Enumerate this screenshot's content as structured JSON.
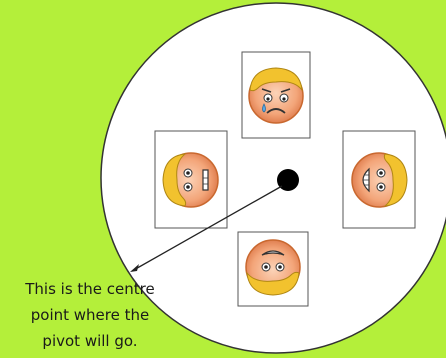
{
  "caption": {
    "line1": "This is the centre",
    "line2": "point where the",
    "line3": "pivot will go."
  },
  "faces": [
    {
      "expression": "crying"
    },
    {
      "expression": "rotated-left"
    },
    {
      "expression": "rotated-right"
    },
    {
      "expression": "upside-down"
    }
  ],
  "colors": {
    "background": "#b4ef3a",
    "disc": "#ffffff",
    "hair": "#f2c22e",
    "skin": "#f3a579",
    "pivot": "#000000"
  }
}
